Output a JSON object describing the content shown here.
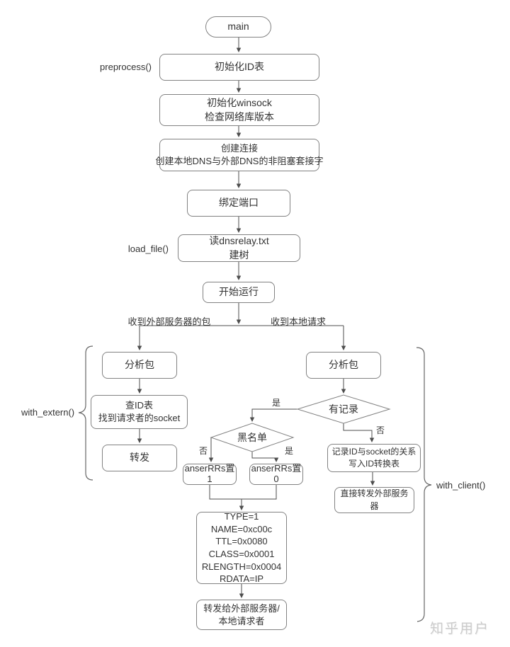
{
  "watermark": "知乎用户",
  "colors": {
    "line": "#4d4d4d",
    "border": "#828282",
    "text": "#333333",
    "watermark": "#cccccc"
  },
  "labels": {
    "preprocess": "preprocess()",
    "load_file": "load_file()",
    "with_extern": "with_extern()",
    "with_client": "with_client()",
    "branch_left": "收到外部服务器的包",
    "branch_right": "收到本地请求",
    "yes_to_blacklist": "是",
    "no_to_record": "否",
    "no_to_anser1": "否",
    "yes_to_anser0": "是"
  },
  "nodes": {
    "main": {
      "label": "main"
    },
    "init_id_table": {
      "lines": [
        "初始化ID表"
      ]
    },
    "init_winsock": {
      "lines": [
        "初始化winsock",
        "检查网络库版本"
      ]
    },
    "create_conn": {
      "lines": [
        "创建连接",
        "创建本地DNS与外部DNS的非阻塞套接字"
      ]
    },
    "bind_port": {
      "lines": [
        "绑定端口"
      ]
    },
    "read_file": {
      "lines": [
        "读dnsrelay.txt",
        "建树"
      ]
    },
    "start_run": {
      "lines": [
        "开始运行"
      ]
    },
    "analyze_left": {
      "lines": [
        "分析包"
      ]
    },
    "lookup_id": {
      "lines": [
        "查ID表",
        "找到请求者的socket"
      ]
    },
    "forward": {
      "lines": [
        "转发"
      ]
    },
    "analyze_right": {
      "lines": [
        "分析包"
      ]
    },
    "has_record": {
      "label": "有记录"
    },
    "blacklist": {
      "label": "黑名单"
    },
    "anser_1": {
      "lines": [
        "anserRRs置",
        "1"
      ]
    },
    "anser_0": {
      "lines": [
        "anserRRs置",
        "0"
      ]
    },
    "record_id": {
      "lines": [
        "记录ID与socket的关系",
        "写入ID转换表"
      ]
    },
    "direct_forward": {
      "lines": [
        "直接转发外部服务",
        "器"
      ]
    },
    "dns_fields": {
      "lines": [
        "TYPE=1",
        "NAME=0xc00c",
        "TTL=0x0080",
        "CLASS=0x0001",
        "RLENGTH=0x0004",
        "RDATA=IP"
      ]
    },
    "forward_final": {
      "lines": [
        "转发给外部服务器/",
        "本地请求者"
      ]
    }
  }
}
